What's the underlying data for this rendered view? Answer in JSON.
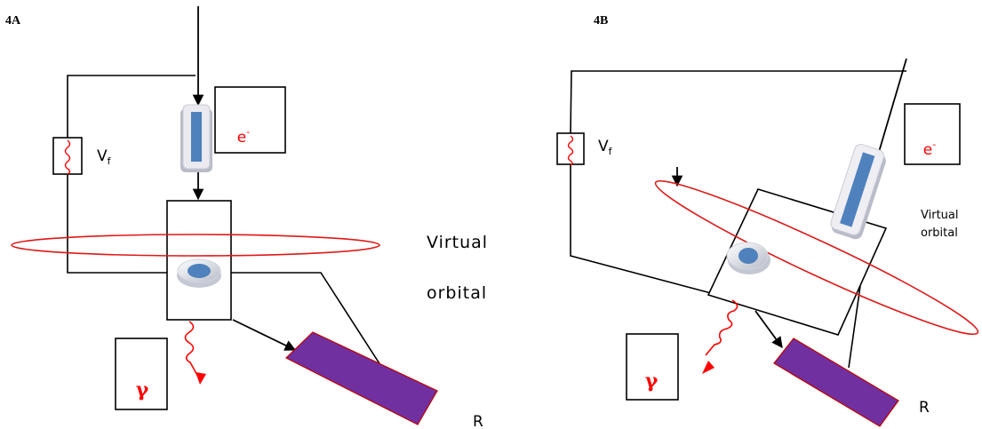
{
  "panel_a": {
    "label": "4A",
    "voltage_label": "V",
    "voltage_subscript": "f",
    "electron_label": "e",
    "electron_superscript": "-",
    "orbital_label_line1": "Virtual",
    "orbital_label_line2": "orbital",
    "gamma_label": "γ",
    "receiver_label": "R"
  },
  "panel_b": {
    "label": "4B",
    "voltage_label": "V",
    "voltage_subscript": "f",
    "electron_label": "e",
    "electron_superscript": "-",
    "orbital_label_line1": "Virtual",
    "orbital_label_line2": "orbital",
    "gamma_label": "γ",
    "receiver_label": "R"
  },
  "colors": {
    "wire": "#000000",
    "orbital": "#e01818",
    "emitter_blue": "#4f81bd",
    "receiver_purple": "#7030a0",
    "photon_red": "#ff0000"
  }
}
